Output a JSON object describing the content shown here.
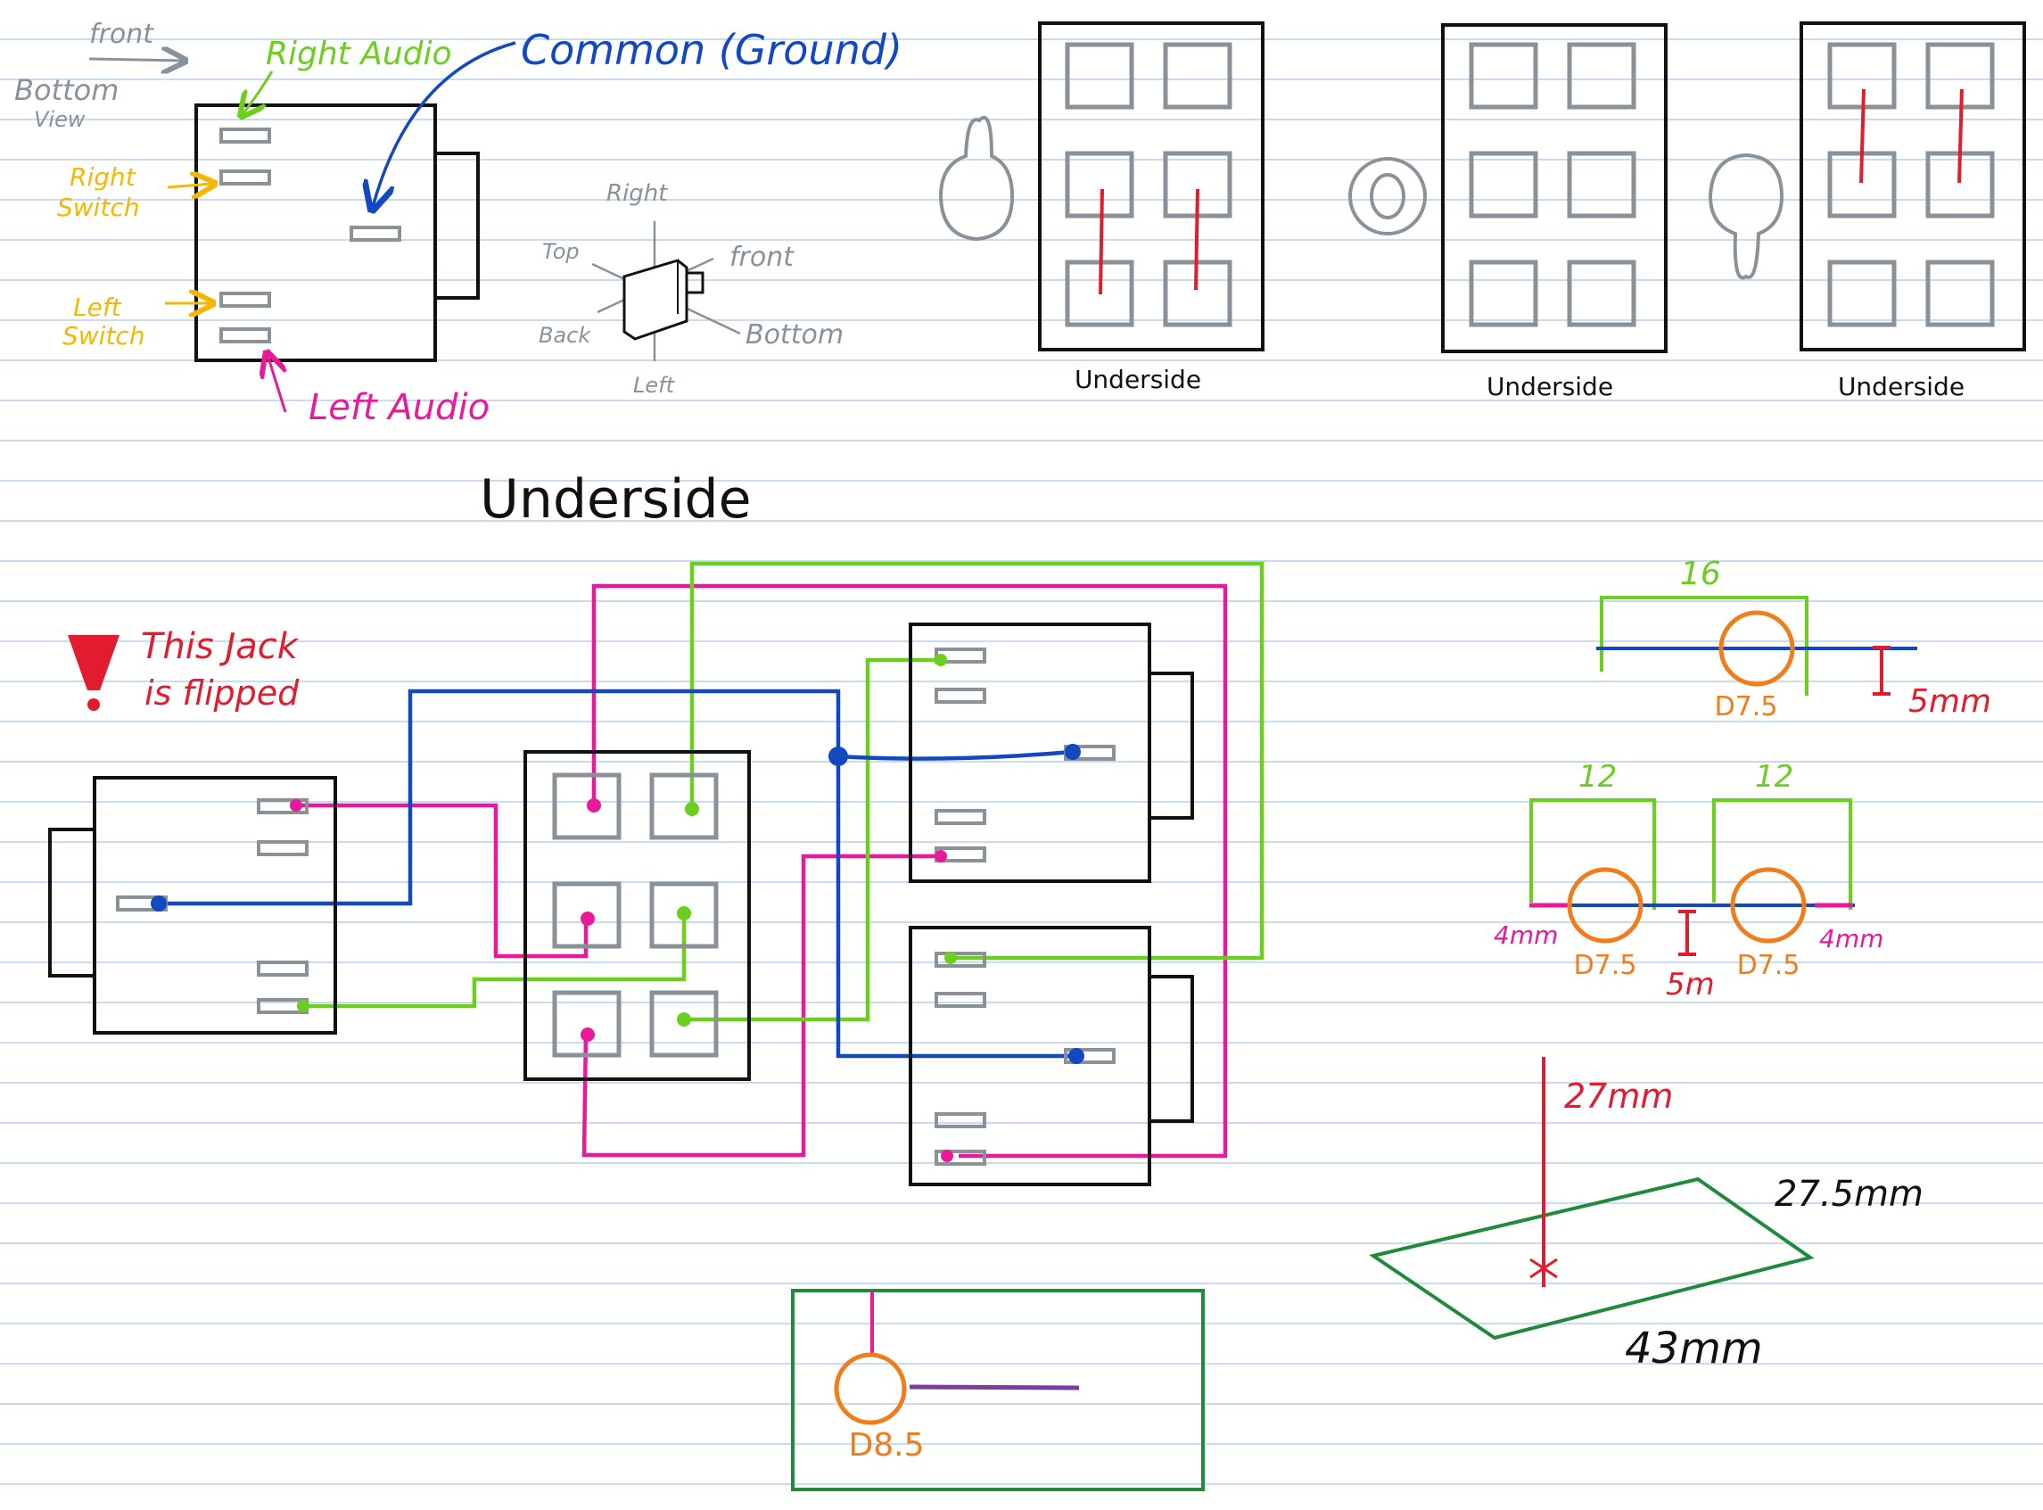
{
  "colors": {
    "ink": "#111111",
    "pad": "#8a9298",
    "pink": "#e8199b",
    "green": "#6ccf1f",
    "blue": "#1348c0",
    "orange": "#f5b800",
    "red": "#e01c2e",
    "hole": "#f07c1a",
    "board": "#1f8a3c",
    "purple": "#7a3ea0",
    "lines": "#c9dcef"
  },
  "jack_legend": {
    "front": "front",
    "bottom": "Bottom",
    "view": "View",
    "right_audio": "Right Audio",
    "common": "Common (Ground)",
    "right_switch_1": "Right",
    "right_switch_2": "Switch",
    "left_switch_1": "Left",
    "left_switch_2": "Switch",
    "left_audio": "Left Audio"
  },
  "orientation": {
    "right": "Right",
    "front": "front",
    "top": "Top",
    "back": "Back",
    "bottom": "Bottom",
    "left": "Left"
  },
  "switch_states": [
    {
      "caption": "Underside",
      "lever": "down"
    },
    {
      "caption": "Underside",
      "lever": "center"
    },
    {
      "caption": "Underside",
      "lever": "up"
    }
  ],
  "wiring": {
    "title": "Underside",
    "warning_icon": "exclamation-icon",
    "warning_1": "This Jack",
    "warning_2": "is flipped"
  },
  "dims": {
    "top_width": "16",
    "top_hole": "D7.5",
    "top_offset": "5mm",
    "pair_width_a": "12",
    "pair_width_b": "12",
    "pair_edge_left": "4mm",
    "pair_edge_right": "4mm",
    "pair_hole_a": "D7.5",
    "pair_hole_b": "D7.5",
    "pair_gap": "5m",
    "height": "27mm",
    "depth": "27.5mm",
    "width": "43mm"
  },
  "board": {
    "hole": "D8.5"
  }
}
